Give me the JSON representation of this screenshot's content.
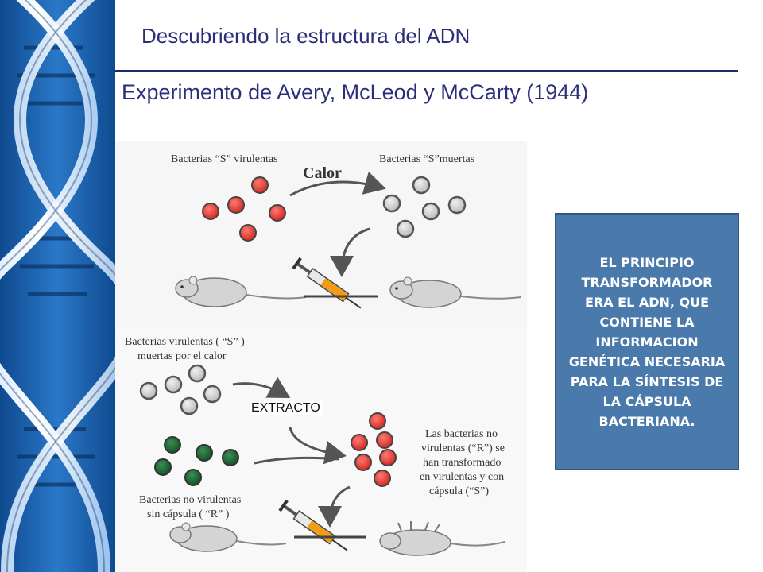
{
  "header": {
    "title": "Descubriendo la estructura del ADN",
    "subtitle": "Experimento de Avery, McLeod y McCarty (1944)"
  },
  "diagram": {
    "label_s_virulent": "Bacterias “S” virulentas",
    "label_s_dead": "Bacterias “S”muertas",
    "label_heat": "Calor",
    "label_heat_killed_line1": "Bacterias virulentas ( “S” )",
    "label_heat_killed_line2": "muertas por el calor",
    "label_extract": "EXTRACTO",
    "label_r_line1": "Bacterias no virulentas",
    "label_r_line2": "sin cápsula ( “R” )",
    "label_transformed_line1": "Las bacterias no",
    "label_transformed_line2": "virulentas (“R”) se",
    "label_transformed_line3": "han transformado",
    "label_transformed_line4": "en virulentas y con",
    "label_transformed_line5": "cápsula (“S”)"
  },
  "callout": {
    "text": "EL PRINCIPIO TRANSFORMADOR ERA EL ADN, QUE CONTIENE LA INFORMACION GENÉTICA NECESARIA PARA LA SÍNTESIS DE LA CÁPSULA BACTERIANA."
  },
  "colors": {
    "band": "#1e5fa8",
    "title": "#2b2f7a",
    "callout_bg": "#4a79ac",
    "bacteria_virulent": "#e53935",
    "bacteria_dead": "#c8c8c8",
    "bacteria_r": "#1f6b35"
  }
}
